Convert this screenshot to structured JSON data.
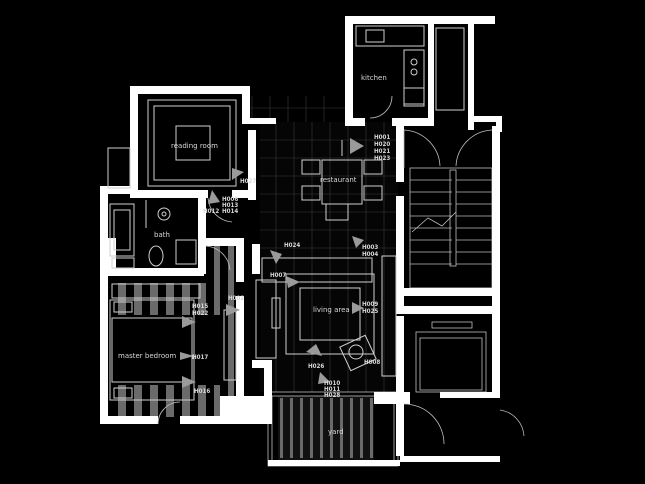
{
  "rooms": {
    "kitchen": "kitchen",
    "reading_room": "reading room",
    "restaurant": "restaurant",
    "bath": "bath",
    "living_area": "living area",
    "master_bedroom": "master bedroom",
    "yard": "yard"
  },
  "view_tags": {
    "h001": "H001",
    "h020": "H020",
    "h021": "H021",
    "h023": "H023",
    "h027": "H027",
    "h006": "H006",
    "h013": "H013",
    "h014": "H014",
    "h012": "H012",
    "h024": "H024",
    "h003": "H003",
    "h004": "H004",
    "h007": "H007",
    "h015": "H015",
    "h022": "H022",
    "h002": "H002",
    "h009": "H009",
    "h025": "H025",
    "h017": "H017",
    "h008": "H008",
    "h026": "H026",
    "h016": "H016",
    "h010": "H010",
    "h011": "H011",
    "h028": "H028"
  }
}
